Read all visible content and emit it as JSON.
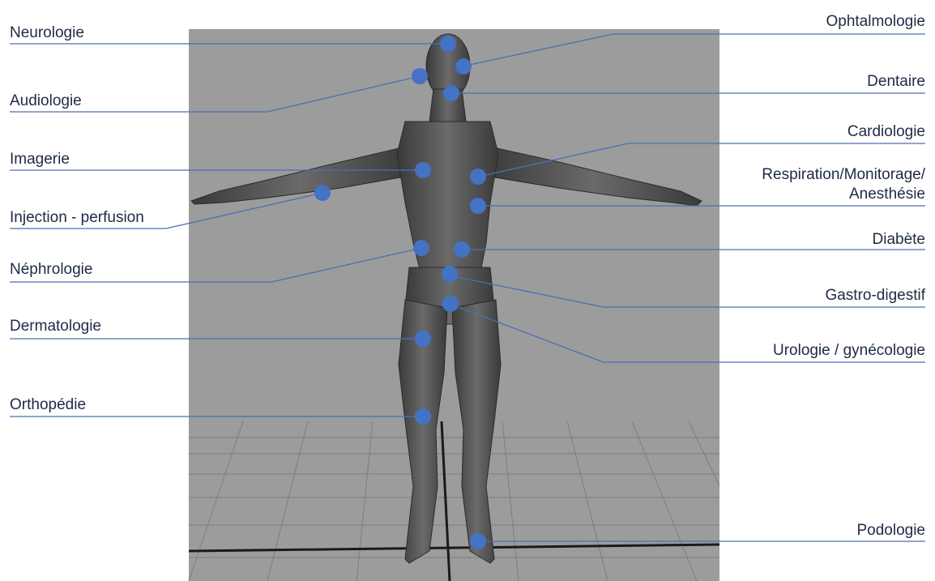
{
  "colors": {
    "marker": "#4472c4",
    "leader_line": "#4a6fb5",
    "label_text": "#1f2a44",
    "viewport_bg": "#9c9c9c",
    "body_fill": "#4a4a4a",
    "grid": "#7e7e7e"
  },
  "labels": {
    "neurologie": "Neurologie",
    "audiologie": "Audiologie",
    "imagerie": "Imagerie",
    "injection": "Injection - perfusion",
    "nephrologie": "Néphrologie",
    "dermatologie": "Dermatologie",
    "orthopedie": "Orthopédie",
    "ophtalmologie": "Ophtalmologie",
    "dentaire": "Dentaire",
    "cardiologie": "Cardiologie",
    "respiration_line1": "Respiration/Monitorage/",
    "respiration_line2": "Anesthésie",
    "diabete": "Diabète",
    "gastro": "Gastro-digestif",
    "urologie": "Urologie / gynécologie",
    "podologie": "Podologie"
  }
}
